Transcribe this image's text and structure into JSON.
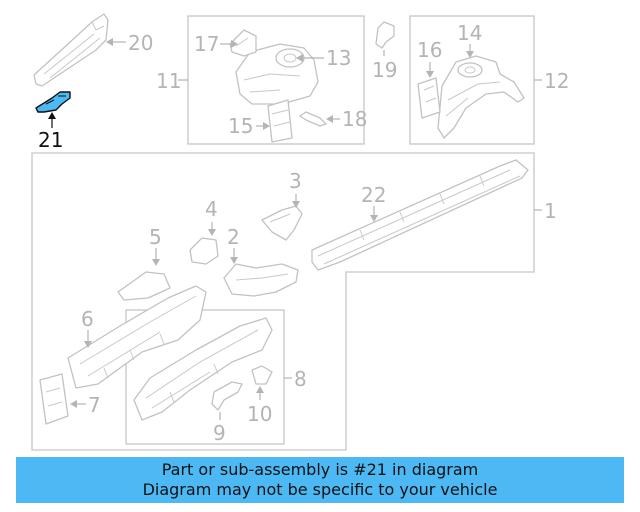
{
  "callouts": {
    "c1": "1",
    "c2": "2",
    "c3": "3",
    "c4": "4",
    "c5": "5",
    "c6": "6",
    "c7": "7",
    "c8": "8",
    "c9": "9",
    "c10": "10",
    "c11": "11",
    "c12": "12",
    "c13": "13",
    "c14": "14",
    "c15": "15",
    "c16": "16",
    "c17": "17",
    "c18": "18",
    "c19": "19",
    "c20": "20",
    "c21": "21",
    "c22": "22"
  },
  "highlight": {
    "part": "21",
    "color": "#4cb9f4"
  },
  "banner": {
    "line1": "Part or sub-assembly is #21 in diagram",
    "line2": "Diagram may not be specific to your vehicle",
    "background": "#4cb9f4"
  }
}
